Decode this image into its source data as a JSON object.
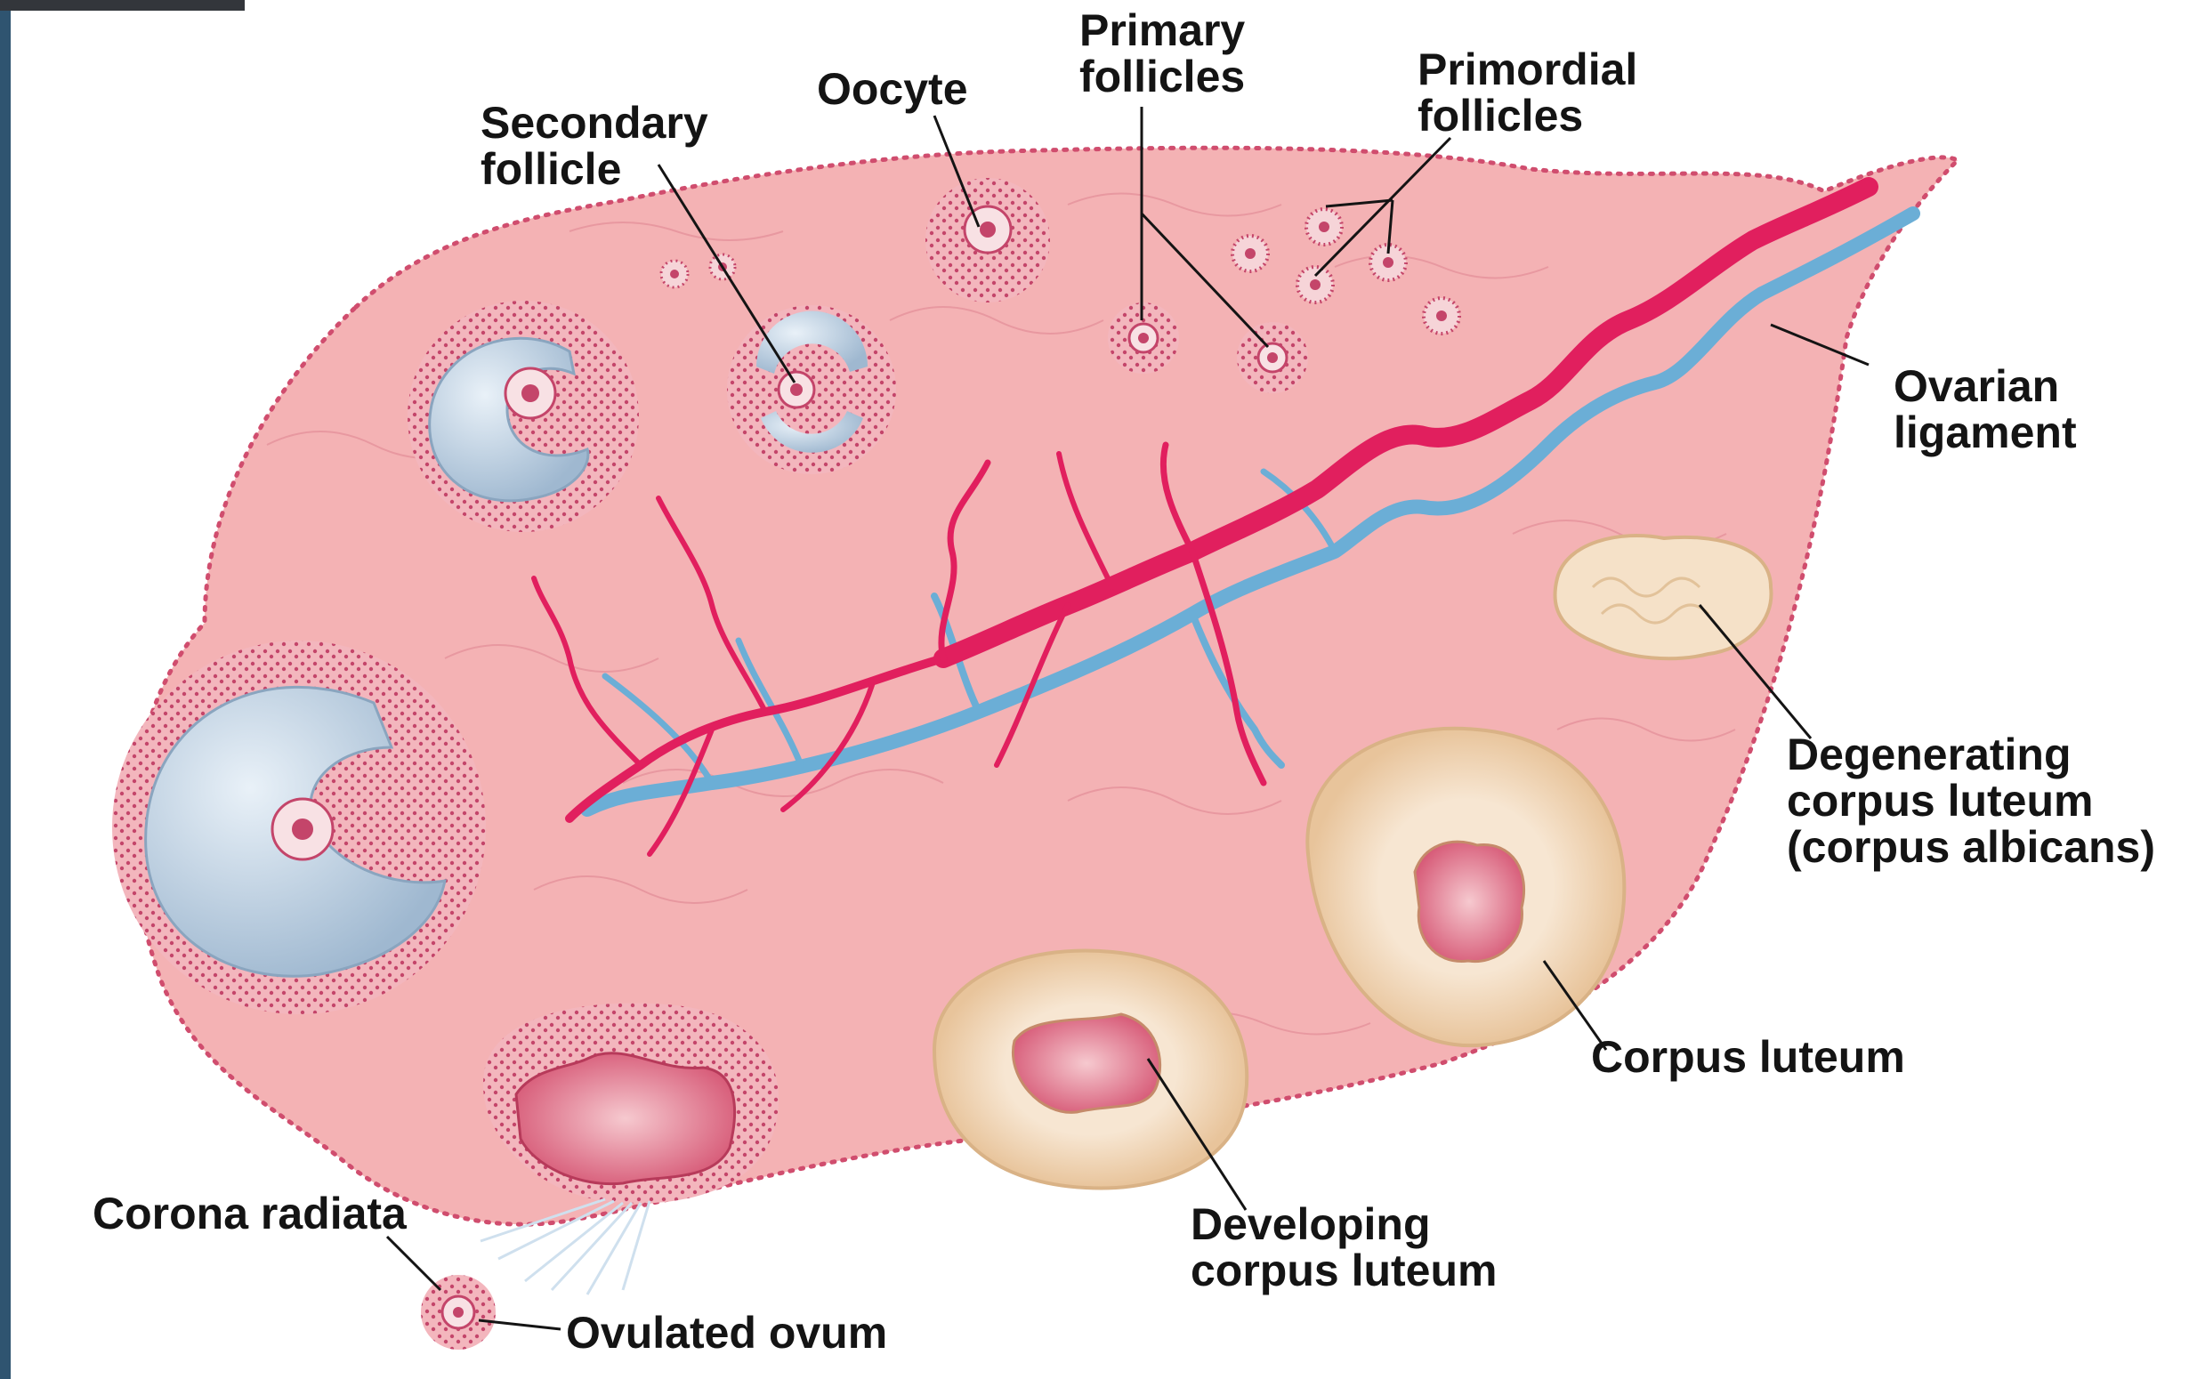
{
  "colors": {
    "background": "#ffffff",
    "left_bar": "#2f5470",
    "ovary_tissue": "#f4b2b4",
    "ovary_edge": "#d04d6e",
    "artery": "#e11f5e",
    "vein": "#6baed6",
    "antrum": "#c4d5e3",
    "corpus_luteum": "#f4dcc2",
    "label_text": "#141414"
  },
  "labels": {
    "secondary_follicle": "Secondary\nfollicle",
    "oocyte": "Oocyte",
    "primary_follicles": "Primary\nfollicles",
    "primordial_follicles": "Primordial\nfollicles",
    "ovarian_ligament": "Ovarian\nligament",
    "degenerating_corpus_luteum": "Degenerating\ncorpus luteum\n(corpus albicans)",
    "corpus_luteum": "Corpus luteum",
    "developing_corpus_luteum": "Developing\ncorpus luteum",
    "corona_radiata": "Corona radiata",
    "ovulated_ovum": "Ovulated ovum"
  }
}
